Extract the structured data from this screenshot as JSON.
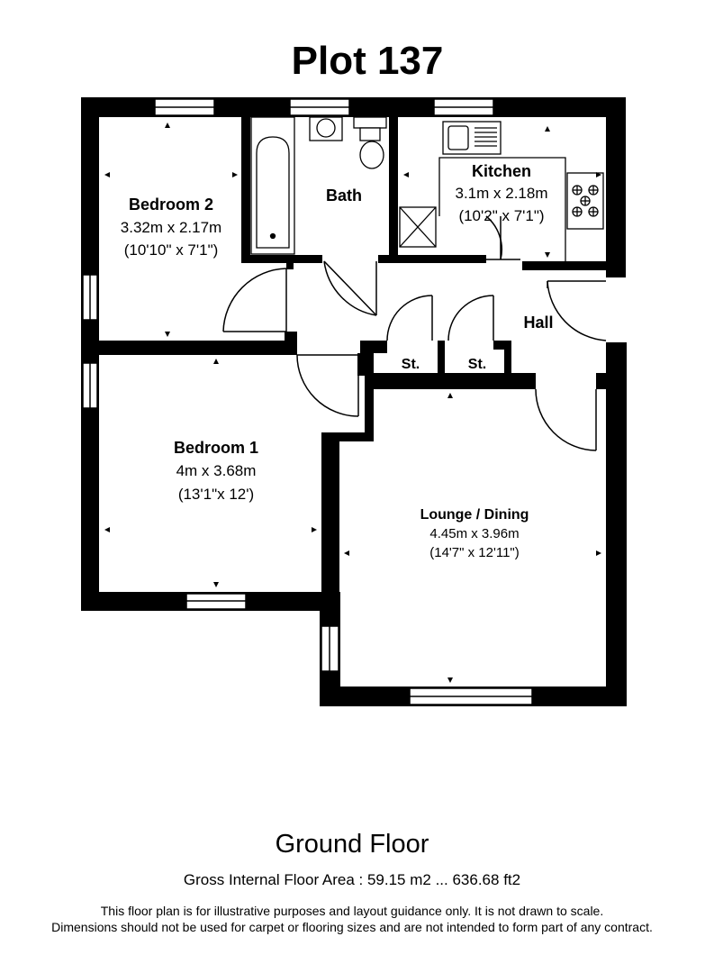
{
  "title": "Plot 137",
  "rooms": {
    "bedroom2": {
      "name": "Bedroom 2",
      "metric": "3.32m x 2.17m",
      "imperial": "(10'10\" x 7'1\")"
    },
    "bath": {
      "name": "Bath"
    },
    "kitchen": {
      "name": "Kitchen",
      "metric": "3.1m x 2.18m",
      "imperial": "(10'2\" x 7'1\")"
    },
    "hall": {
      "name": "Hall"
    },
    "store1": {
      "name": "St."
    },
    "store2": {
      "name": "St."
    },
    "bedroom1": {
      "name": "Bedroom 1",
      "metric": "4m x 3.68m",
      "imperial": "(13'1\"x 12')"
    },
    "lounge": {
      "name": "Lounge / Dining",
      "metric": "4.45m x 3.96m",
      "imperial": "(14'7\" x 12'11\")"
    }
  },
  "floor": {
    "label": "Ground Floor",
    "area": "Gross Internal Floor Area : 59.15 m2 ... 636.68 ft2"
  },
  "disclaimer": {
    "line1": "This floor plan is for illustrative purposes and layout guidance only. It is not drawn to scale.",
    "line2": "Dimensions should not be used for carpet or flooring sizes and are not intended to form part of any contract."
  }
}
